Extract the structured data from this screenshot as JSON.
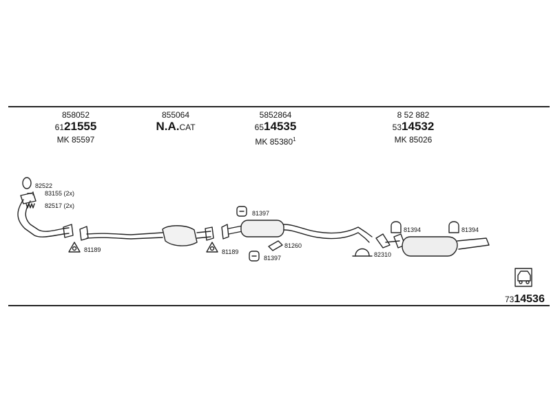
{
  "columns": [
    {
      "ref": "858052",
      "prefix": "61",
      "number": "21555",
      "mk": "MK 85597",
      "note": ""
    },
    {
      "ref": "855064",
      "prefix": "",
      "number": "N.A.",
      "suffix": "CAT",
      "mk": "",
      "note": ""
    },
    {
      "ref": "5852864",
      "prefix": "65",
      "number": "14535",
      "mk": "MK 85380",
      "note": "1"
    },
    {
      "ref": "8 52 882",
      "prefix": "53",
      "number": "14532",
      "mk": "MK 85026",
      "note": ""
    }
  ],
  "parts": {
    "p82522": "82522",
    "p83155": "83155 (2x)",
    "p82517": "82517 (2x)",
    "p81189a": "81189",
    "p81189b": "81189",
    "p81397a": "81397",
    "p81260": "81260",
    "p81397b": "81397",
    "p82310": "82310",
    "p81394a": "81394",
    "p81394b": "81394"
  },
  "footer": {
    "prefix": "73",
    "number": "14536"
  },
  "colors": {
    "line": "#222222",
    "fill": "#ffffff",
    "shade": "#9a9a9a"
  },
  "icons": [
    "car-icon"
  ]
}
